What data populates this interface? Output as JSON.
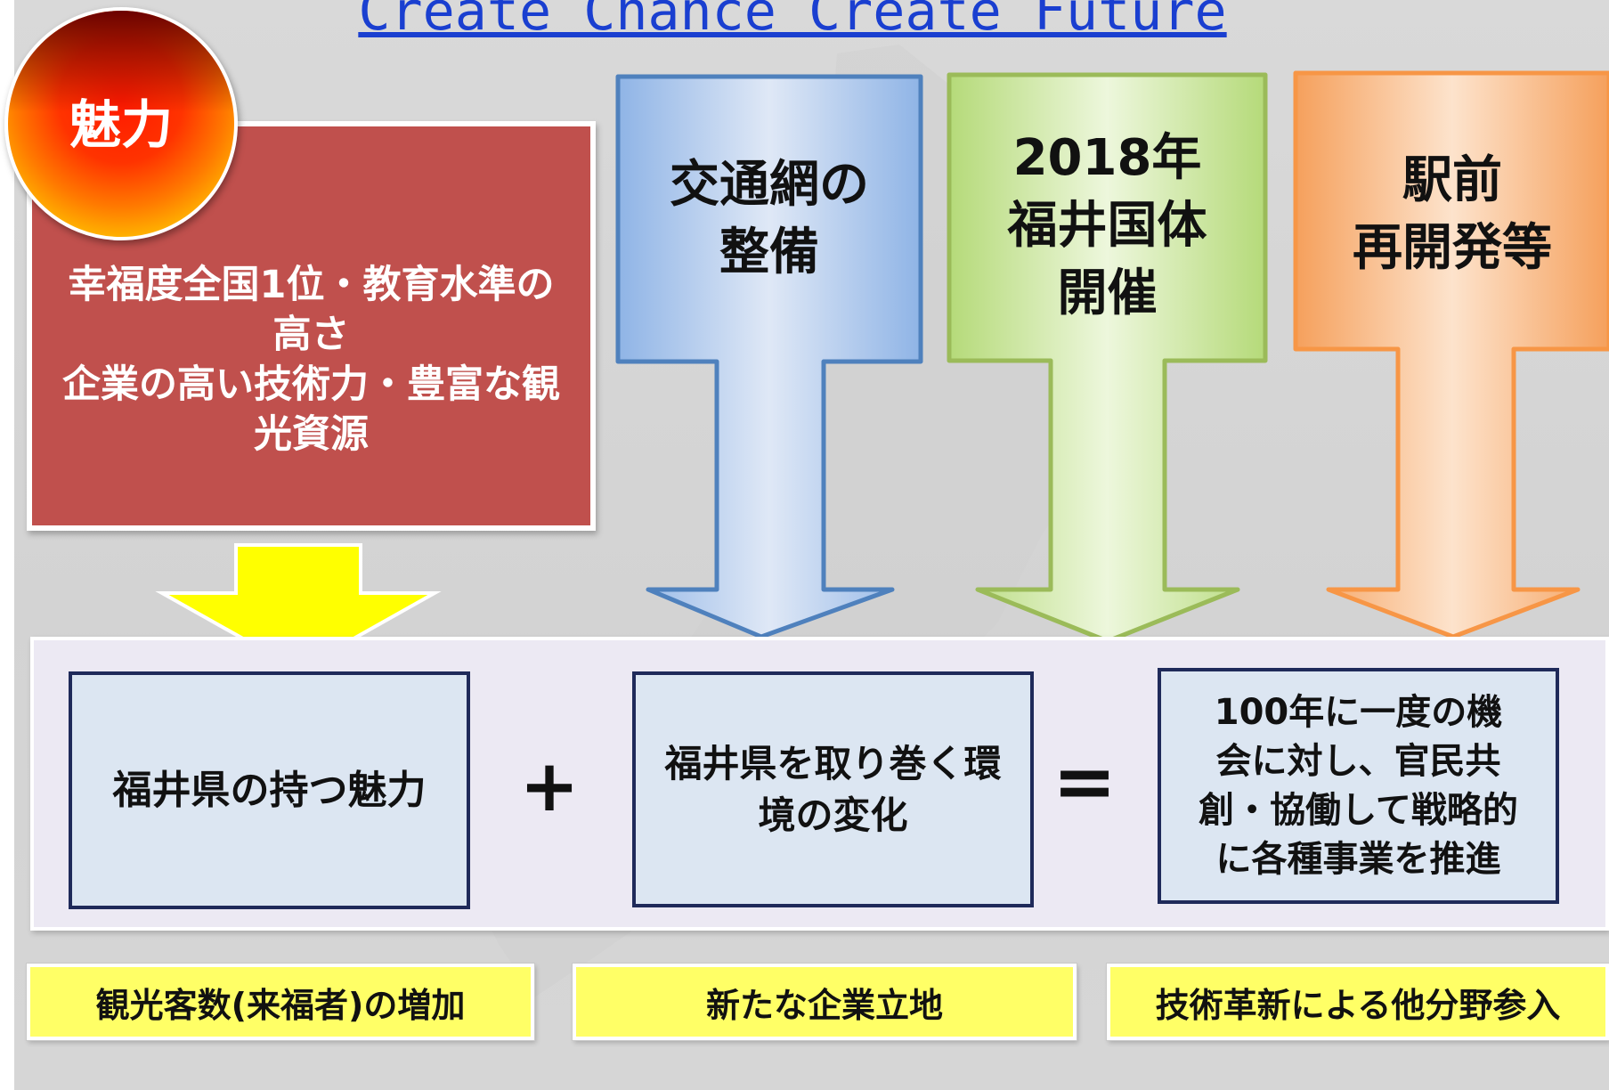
{
  "title": "Create Chance Create Future",
  "appeal": {
    "badge": "魅力",
    "text": "幸福度全国1位・教育水準の\n高さ\n企業の高い技術力・豊富な観\n光資源"
  },
  "arrows": [
    {
      "label": "交通網の\n整備",
      "color": "#a9c4eb"
    },
    {
      "label": "2018年\n福井国体\n開催",
      "color": "#c6e39a"
    },
    {
      "label": "駅前\n再開発等",
      "color": "#f7b27a"
    }
  ],
  "equation": {
    "left": "福井県の持つ魅力",
    "plus": "+",
    "middle": "福井県を取り巻く環\n境の変化",
    "equals": "=",
    "right": "100年に一度の機\n会に対し、官民共\n創・協働して戦略的\nに各種事業を推進"
  },
  "outcomes": [
    "観光客数(来福者)の増加",
    "新たな企業立地",
    "技術革新による他分野参入"
  ]
}
